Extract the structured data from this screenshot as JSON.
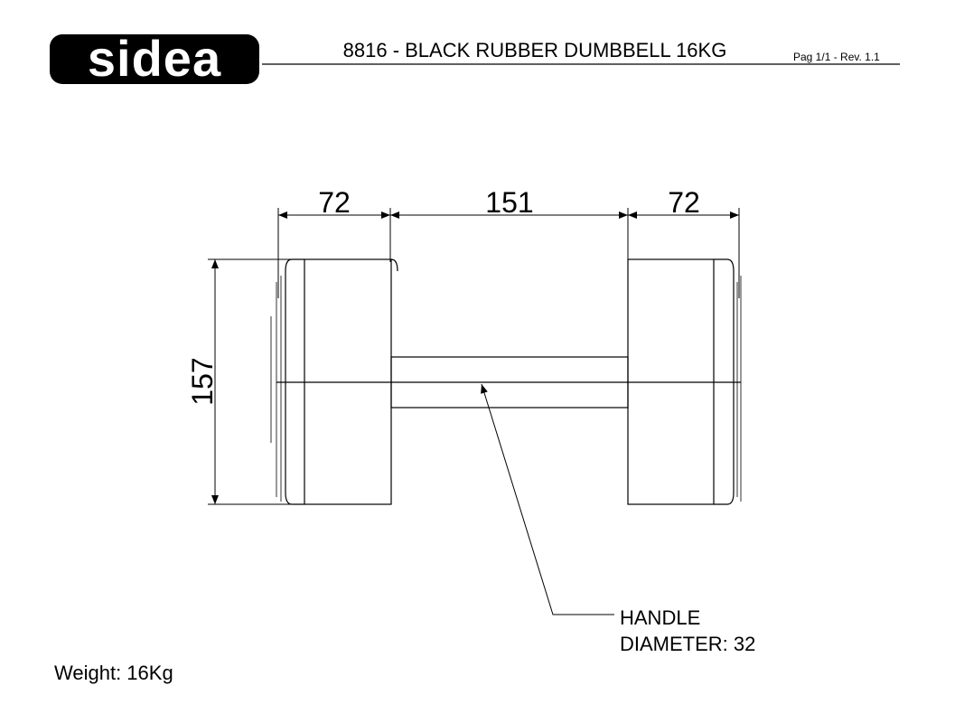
{
  "header": {
    "logo_text": "sidea",
    "title": "8816 - BLACK RUBBER DUMBBELL 16KG",
    "page_info": "Pag 1/1 - Rev. 1.1"
  },
  "drawing": {
    "dim_left_plate": "72",
    "dim_handle_length": "151",
    "dim_right_plate": "72",
    "dim_height": "157",
    "callout_line1": "HANDLE",
    "callout_line2": "DIAMETER: 32"
  },
  "footer": {
    "weight": "Weight: 16Kg"
  }
}
